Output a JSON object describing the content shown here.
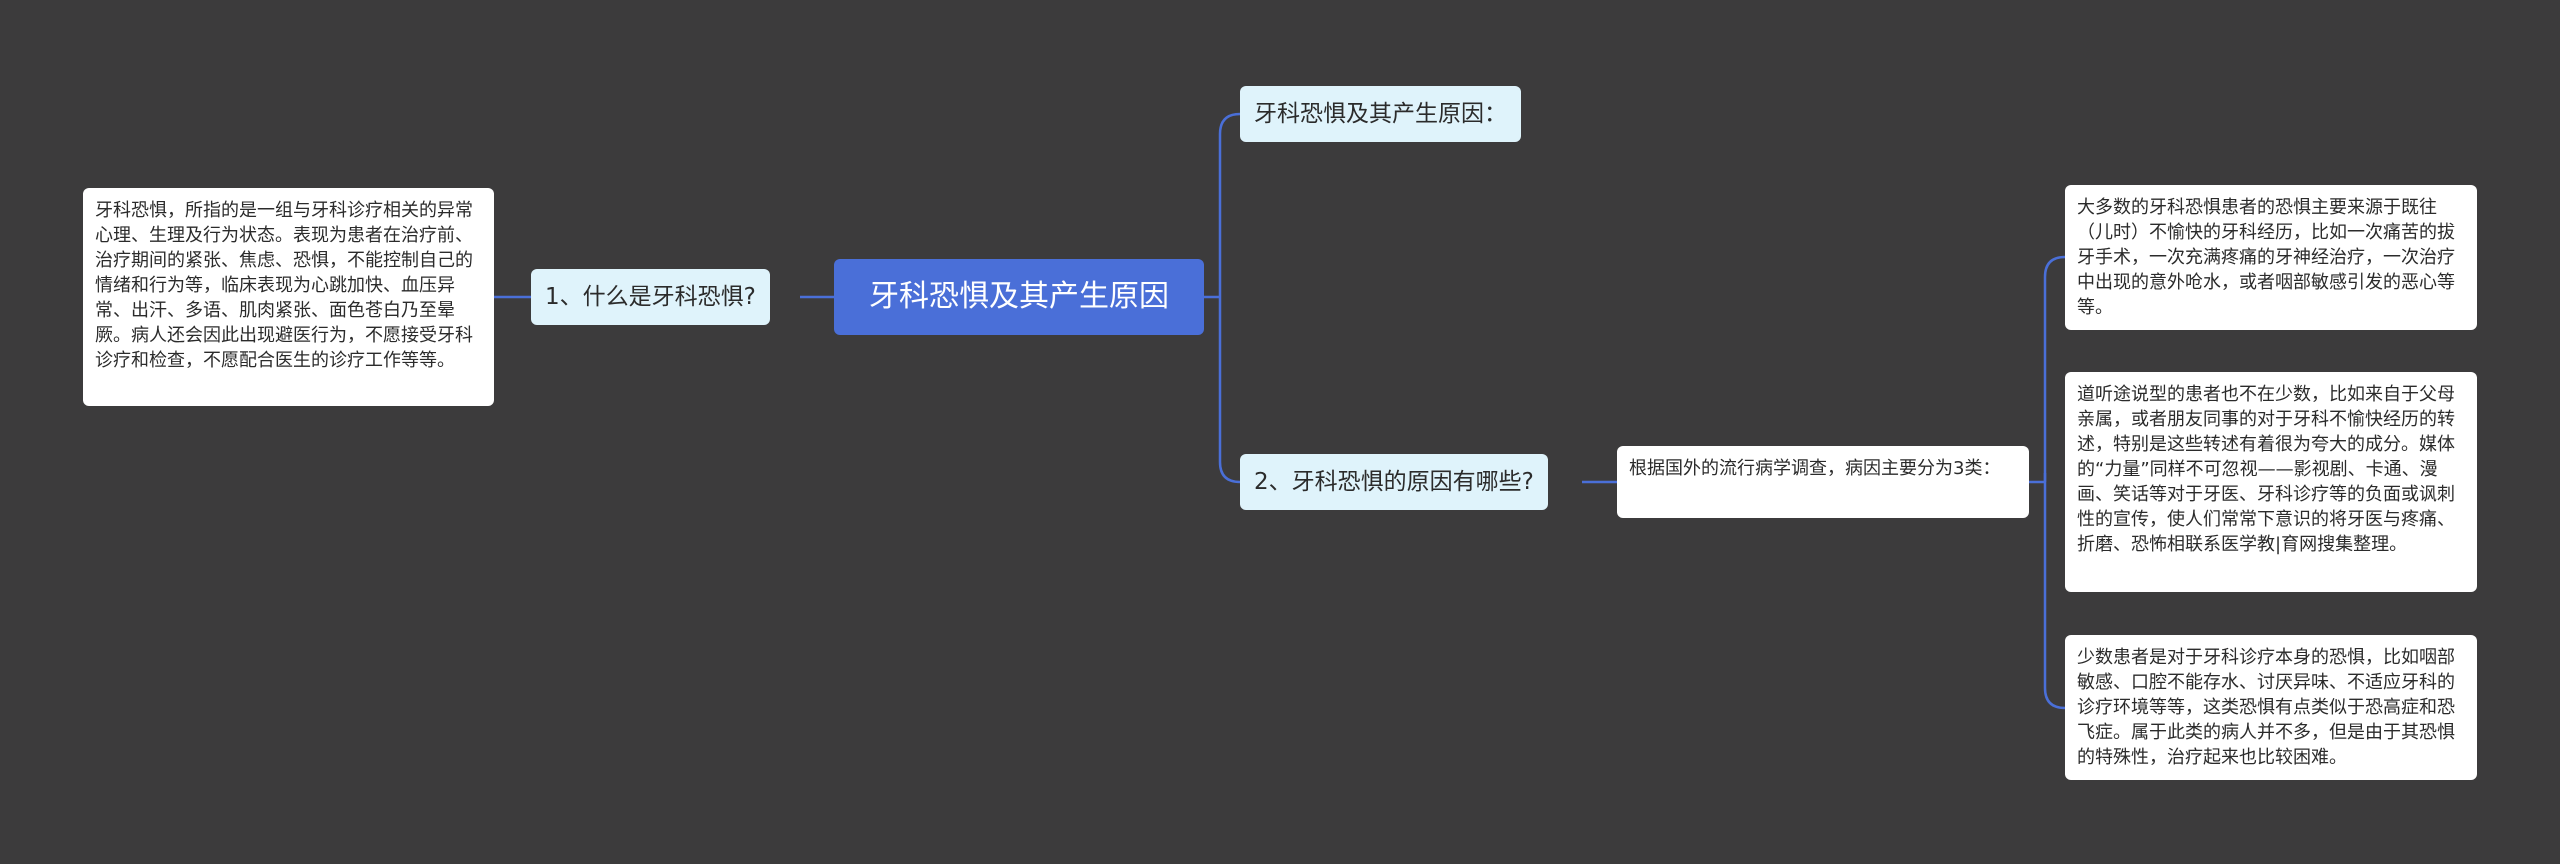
{
  "root": {
    "label": "牙科恐惧及其产生原因"
  },
  "branches": {
    "what_is": {
      "label": "1、什么是牙科恐惧?",
      "detail": "牙科恐惧，所指的是一组与牙科诊疗相关的异常心理、生理及行为状态。表现为患者在治疗前、治疗期间的紧张、焦虑、恐惧，不能控制自己的情绪和行为等，临床表现为心跳加快、血压异常、出汗、多语、肌肉紧张、面色苍白乃至晕厥。病人还会因此出现避医行为，不愿接受牙科诊疗和检查，不愿配合医生的诊疗工作等等。"
    },
    "topic": {
      "label": "牙科恐惧及其产生原因："
    },
    "causes": {
      "label": "2、牙科恐惧的原因有哪些?",
      "survey": "根据国外的流行病学调查，病因主要分为3类：",
      "types": [
        "大多数的牙科恐惧患者的恐惧主要来源于既往（儿时）不愉快的牙科经历，比如一次痛苦的拔牙手术，一次充满疼痛的牙神经治疗，一次治疗中出现的意外呛水，或者咽部敏感引发的恶心等等。",
        "道听途说型的患者也不在少数，比如来自于父母亲属，或者朋友同事的对于牙科不愉快经历的转述，特别是这些转述有着很为夸大的成分。媒体的“力量”同样不可忽视——影视剧、卡通、漫画、笑话等对于牙医、牙科诊疗等的负面或讽刺性的宣传，使人们常常下意识的将牙医与疼痛、折磨、恐怖相联系医学教|育网搜集整理。",
        "少数患者是对于牙科诊疗本身的恐惧，比如咽部敏感、口腔不能存水、讨厌异味、不适应牙科的诊疗环境等等，这类恐惧有点类似于恐高症和恐飞症。属于此类的病人并不多，但是由于其恐惧的特殊性，治疗起来也比较困难。"
      ]
    }
  },
  "colors": {
    "background": "#3c3b3c",
    "root_fill": "#4a6fd8",
    "branch_fill": "#dff3fb",
    "leaf_fill": "#ffffff",
    "connector": "#4a6fd8"
  }
}
